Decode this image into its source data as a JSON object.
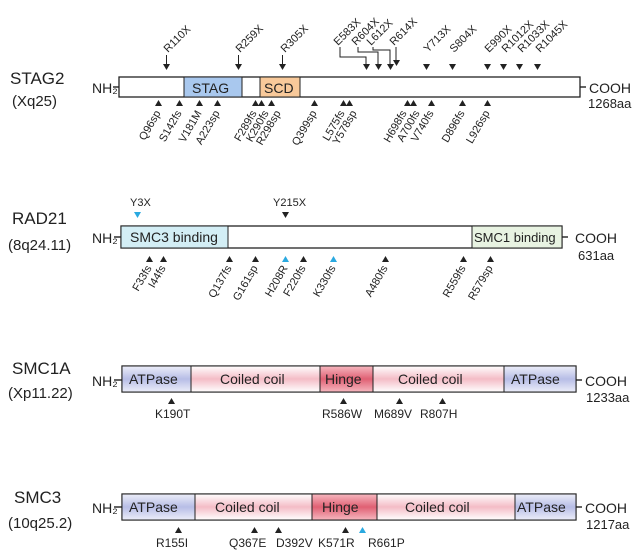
{
  "proteins": [
    {
      "gene": "STAG2",
      "locus": "(Xq25)",
      "n_term": "NH₂",
      "c_term": "COOH",
      "length_label": "1268aa",
      "domains": [
        {
          "label": "STAG",
          "color": "#a9c8ee"
        },
        {
          "label": "SCD",
          "color": "#f8c99a"
        }
      ],
      "mutations_above": [
        "R110X",
        "R259X",
        "R305X",
        "E583X",
        "R604X",
        "L612X",
        "R614X",
        "Y713X",
        "S804X",
        "E990X",
        "R1012X",
        "R1033X",
        "R1045X"
      ],
      "mutations_below": [
        "Q96sp",
        "S142fs",
        "V181M",
        "A223sp",
        "F289fs",
        "K290fs",
        "R298sp",
        "Q399sp",
        "L575fs",
        "Y578sp",
        "H698fs",
        "A700fs",
        "V740fs",
        "D896fs",
        "L926sp"
      ]
    },
    {
      "gene": "RAD21",
      "locus": "(8q24.11)",
      "n_term": "NH₂",
      "c_term": "COOH",
      "length_label": "631aa",
      "domains": [
        {
          "label": "SMC3 binding",
          "color": "#d3eef5"
        },
        {
          "label": "SMC1 binding",
          "color": "#e8f3e2"
        }
      ],
      "mutations_above": [
        "Y3X",
        "Y215X"
      ],
      "mutations_below": [
        "F33fs",
        "I44fs",
        "Q137fs",
        "G161sp",
        "H208R",
        "F220fs",
        "K330fs",
        "A480fs",
        "R559fs",
        "R579sp"
      ],
      "accent_color": "#2aa9e0"
    },
    {
      "gene": "SMC1A",
      "locus": "(Xp11.22)",
      "n_term": "NH₂",
      "c_term": "COOH",
      "length_label": "1233aa",
      "domains": [
        {
          "label": "ATPase",
          "color": "#c3c8ea"
        },
        {
          "label": "Coiled coil",
          "color": "#f6cdd3"
        },
        {
          "label": "Hinge",
          "color": "#e57f8d"
        },
        {
          "label": "Coiled coil",
          "color": "#f6cdd3"
        },
        {
          "label": "ATPase",
          "color": "#c3c8ea"
        }
      ],
      "mutations_below": [
        "K190T",
        "R586W",
        "M689V",
        "R807H"
      ]
    },
    {
      "gene": "SMC3",
      "locus": "(10q25.2)",
      "n_term": "NH₂",
      "c_term": "COOH",
      "length_label": "1217aa",
      "domains": [
        {
          "label": "ATPase",
          "color": "#c3c8ea"
        },
        {
          "label": "Coiled coil",
          "color": "#f6cdd3"
        },
        {
          "label": "Hinge",
          "color": "#e57f8d"
        },
        {
          "label": "Coiled coil",
          "color": "#f6cdd3"
        },
        {
          "label": "ATPase",
          "color": "#c3c8ea"
        }
      ],
      "mutations_below": [
        "R155I",
        "Q367E",
        "D392V",
        "K571R",
        "R661P"
      ]
    }
  ]
}
